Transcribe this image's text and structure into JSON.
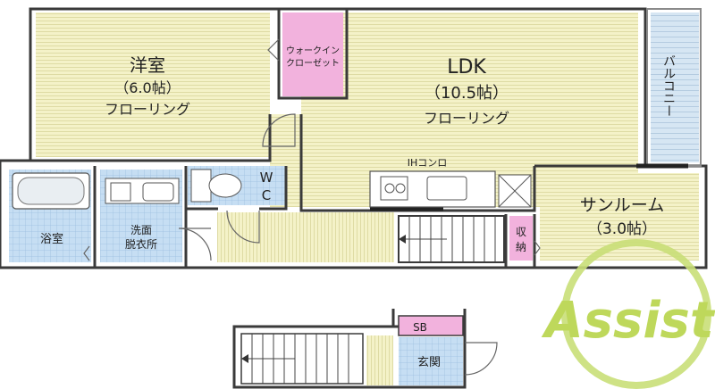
{
  "rooms": {
    "western": {
      "name": "洋室",
      "size": "（6.0帖）",
      "floor": "フローリング"
    },
    "closet": {
      "line1": "ウォークイン",
      "line2": "クローゼット"
    },
    "ldk": {
      "name": "LDK",
      "size": "（10.5帖）",
      "floor": "フローリング"
    },
    "balcony": {
      "name": "バルコニー"
    },
    "stove": {
      "label": "IHコンロ"
    },
    "wc": {
      "line1": "W",
      "line2": "C"
    },
    "bath": {
      "name": "浴室"
    },
    "washroom": {
      "line1": "洗面",
      "line2": "脱衣所"
    },
    "storage": {
      "line1": "収",
      "line2": "納"
    },
    "sunroom": {
      "name": "サンルーム",
      "size": "（3.0帖）"
    },
    "shoebox": {
      "name": "SB"
    },
    "entrance": {
      "name": "玄関"
    }
  },
  "logo": {
    "text": "Assist"
  },
  "colors": {
    "floor": "#f2f0c4",
    "closet": "#f2b2dd",
    "tile": "#c3dcf2",
    "storage": "#f2b2dd",
    "wall": "#3a3a3a",
    "logo": "#b8d44a"
  }
}
